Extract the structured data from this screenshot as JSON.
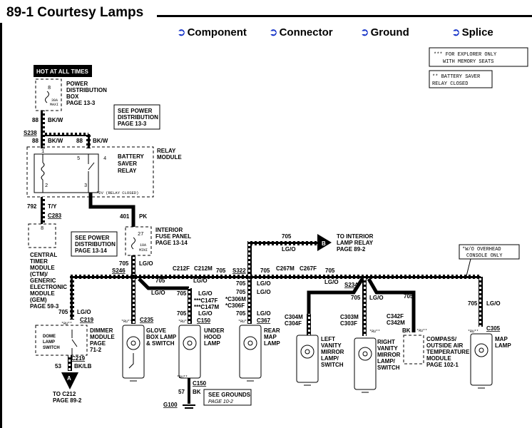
{
  "title": "89-1 Courtesy Lamps",
  "legend": [
    "Component",
    "Connector",
    "Ground",
    "Splice"
  ],
  "notes": {
    "explorer_line1": "*** FOR EXPLORER ONLY",
    "explorer_line2": "WITH MEMORY SEATS",
    "relay_line1": "** BATTERY SAVER",
    "relay_line2": "RELAY CLOSED"
  },
  "hot": "HOT AT ALL TIMES",
  "pdb": {
    "l1": "POWER",
    "l2": "DISTRIBUTION",
    "l3": "BOX",
    "l4": "PAGE 13-3",
    "fuse_num": "8",
    "fuse_amp": "30A",
    "fuse_type": "MAXI"
  },
  "see_power1": {
    "l1": "SEE POWER",
    "l2": "DISTRIBUTION",
    "l3": "PAGE 13-3"
  },
  "see_power2": {
    "l1": "SEE POWER",
    "l2": "DISTRIBUTION",
    "l3": "PAGE 13-14"
  },
  "wires": {
    "w88a": "88",
    "bkw": "BK/W",
    "s238": "S238",
    "w88b": "88",
    "bkw2": "BK/W",
    "w88c": "88",
    "bkw3": "BK/W",
    "w792": "792",
    "ty": "T/Y",
    "c283": "C283",
    "w401": "401",
    "pk": "PK",
    "w705": "705",
    "lgo": "LG/O",
    "w53": "53",
    "bklb": "BK/LB",
    "w57": "57",
    "bk": "BK"
  },
  "relay": {
    "l1": "RELAY",
    "l2": "MODULE",
    "b1": "BATTERY",
    "b2": "SAVER",
    "b3": "RELAY",
    "closed": "*2V (RELAY CLOSED)",
    "p1": "1",
    "p5": "5",
    "p3": "3",
    "p4": "4",
    "p2": "2",
    "p3b": "3"
  },
  "interior_fuse": {
    "l1": "INTERIOR",
    "l2": "FUSE PANEL",
    "l3": "PAGE 13-14",
    "num": "27",
    "amp": "10A",
    "type": "MINI"
  },
  "ctm": {
    "l1": "CENTRAL",
    "l2": "TIMER",
    "l3": "MODULE",
    "l4": "(CTM)/",
    "l5": "GENERIC",
    "l6": "ELECTRONIC",
    "l7": "MODULE",
    "l8": "(GEM)",
    "l9": "PAGE 59-3",
    "pin": "8"
  },
  "interior_lamp_relay": {
    "l1": "TO INTERIOR",
    "l2": "LAMP RELAY",
    "l3": "PAGE 89-2",
    "marker": "B"
  },
  "overhead": {
    "l1": "*W/O OVERHEAD",
    "l2": "CONSOLE ONLY"
  },
  "connectors": {
    "s246": "S246",
    "c212f": "C212F",
    "c212m": "C212M",
    "s322": "S322",
    "c267m": "C267M",
    "c267f": "C267F",
    "s234": "S234",
    "c219": "C219",
    "c219b": "C219",
    "c235": "C235",
    "c147f": "***C147F",
    "c147m": "***C147M",
    "c150": "C150",
    "c150b": "C150",
    "c306m": "*C306M",
    "c306f": "*C306F",
    "c367": "C367",
    "c304m": "C304M",
    "c304f": "C304F",
    "c303m": "C303M",
    "c303f": "C303F",
    "c342f": "C342F",
    "c342m": "C342M",
    "c305": "C305",
    "g100": "G100"
  },
  "components": {
    "dome": {
      "l1": "DOME",
      "l2": "LAMP",
      "l3": "SWITCH"
    },
    "dimmer": {
      "l1": "DIMMER",
      "l2": "MODULE",
      "l3": "PAGE",
      "l4": "71-2"
    },
    "glove": {
      "l1": "GLOVE",
      "l2": "BOX LAMP",
      "l3": "& SWITCH"
    },
    "underhood": {
      "l1": "UNDER",
      "l2": "HOOD",
      "l3": "LAMP"
    },
    "rearmap": {
      "l1": "REAR",
      "l2": "MAP",
      "l3": "LAMP"
    },
    "leftvanity": {
      "l1": "LEFT",
      "l2": "VANITY",
      "l3": "MIRROR",
      "l4": "LAMP/",
      "l5": "SWITCH"
    },
    "rightvanity": {
      "l1": "RIGHT",
      "l2": "VANITY",
      "l3": "MIRROR",
      "l4": "LAMP/",
      "l5": "SWITCH"
    },
    "compass": {
      "l1": "COMPASS/",
      "l2": "OUTSIDE AIR",
      "l3": "TEMPERATURE",
      "l4": "MODULE",
      "l5": "PAGE 102-1"
    },
    "map": {
      "l1": "MAP",
      "l2": "LAMP"
    }
  },
  "to_c212": {
    "marker": "A",
    "l1": "TO C212",
    "l2": "PAGE 89-2"
  },
  "see_grounds": {
    "l1": "SEE GROUNDS",
    "l2": "PAGE 10-2"
  },
  "ru": "*RU**"
}
